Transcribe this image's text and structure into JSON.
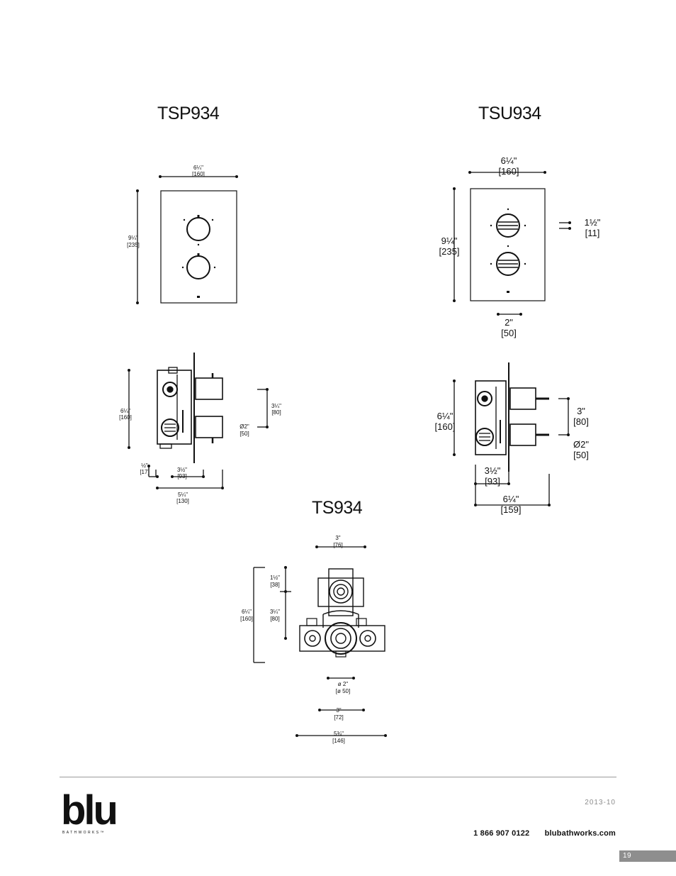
{
  "sections": {
    "tsp": {
      "title": "TSP934",
      "front": {
        "width": "6¼\"",
        "width_mm": "[160]",
        "height": "9¼\"",
        "height_mm": "[235]"
      },
      "side": {
        "height": "6¼\"",
        "height_mm": "[160]",
        "right_a": "3¼\"",
        "right_a_mm": "[80]",
        "right_b": "Ø2\"",
        "right_b_mm": "[50]",
        "bottom_a": "½\"",
        "bottom_a_mm": "[17]",
        "bottom_b": "3½\"",
        "bottom_b_mm": "[93]",
        "bottom_c": "5¼\"",
        "bottom_c_mm": "[130]"
      }
    },
    "tsu": {
      "title": "TSU934",
      "front": {
        "width": "6¼\"",
        "width_mm": "[160]",
        "height": "9¼\"",
        "height_mm": "[235]",
        "depth": "1½\"",
        "depth_mm": "[11]",
        "bottom": "2\"",
        "bottom_mm": "[50]"
      },
      "side": {
        "height": "6¼\"",
        "height_mm": "[160]",
        "right_a": "3\"",
        "right_a_mm": "[80]",
        "right_b": "Ø2\"",
        "right_b_mm": "[50]",
        "bottom_a": "3½\"",
        "bottom_a_mm": "[93]",
        "bottom_b": "6¼\"",
        "bottom_b_mm": "[159]"
      }
    },
    "ts": {
      "title": "TS934",
      "dims": {
        "top": "3\"",
        "top_mm": "[76]",
        "left_a": "1½\"",
        "left_a_mm": "[38]",
        "left_b": "3¼\"",
        "left_b_mm": "[80]",
        "left_c": "6¼\"",
        "left_c_mm": "[160]",
        "dia": "ø 2\"",
        "dia_mm": "[ø 50]",
        "bottom_a": "3\"",
        "bottom_a_mm": "[72]",
        "bottom_b": "5¾\"",
        "bottom_b_mm": "[146]"
      }
    }
  },
  "footer": {
    "logo": "blu",
    "logo_sub": "BATHWORKS™",
    "date": "2013-10",
    "phone": "1 866 907 0122",
    "website": "blubathworks.com",
    "page": "19"
  }
}
